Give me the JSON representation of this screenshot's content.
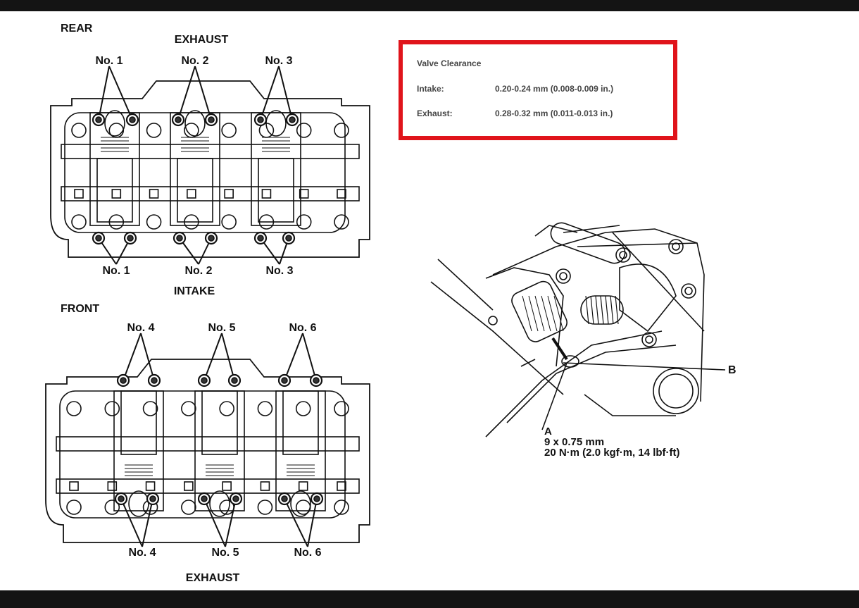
{
  "upper_head": {
    "side_top": "REAR",
    "top_label": "EXHAUST",
    "bottom_label": "INTAKE",
    "top_numbers": [
      "No. 1",
      "No. 2",
      "No. 3"
    ],
    "bottom_numbers": [
      "No. 1",
      "No. 2",
      "No. 3"
    ]
  },
  "lower_head": {
    "side_top": "FRONT",
    "top_numbers": [
      "No. 4",
      "No. 5",
      "No. 6"
    ],
    "bottom_numbers": [
      "No. 4",
      "No. 5",
      "No. 6"
    ],
    "bottom_label": "EXHAUST"
  },
  "valve_clearance": {
    "title": "Valve Clearance",
    "rows": [
      {
        "label": "Intake:",
        "value": "0.20-0.24 mm (0.008-0.009 in.)"
      },
      {
        "label": "Exhaust:",
        "value": "0.28-0.32 mm (0.011-0.013 in.)"
      }
    ],
    "border_color": "#e0141b"
  },
  "adjuster": {
    "callout_a": "A",
    "callout_b": "B",
    "thread": "9 x 0.75 mm",
    "torque": "20 N·m (2.0 kgf·m, 14 lbf·ft)"
  }
}
